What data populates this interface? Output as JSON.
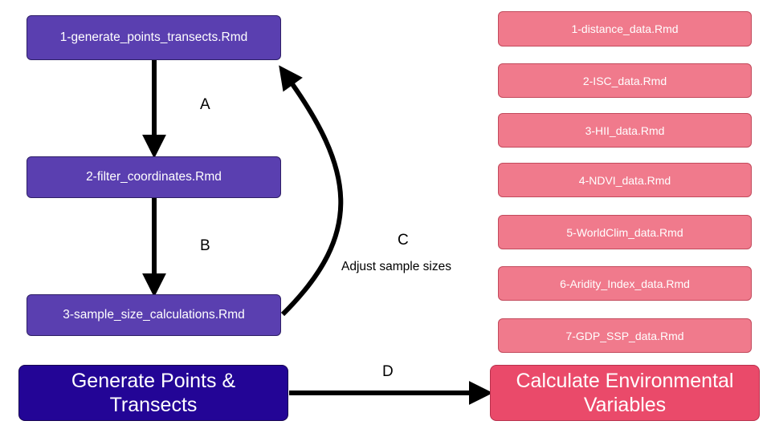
{
  "workflow": {
    "steps": [
      "1-generate_points_transects.Rmd",
      "2-filter_coordinates.Rmd",
      "3-sample_size_calculations.Rmd"
    ],
    "group_label": "Generate Points & Transects"
  },
  "environment": {
    "files": [
      "1-distance_data.Rmd",
      "2-ISC_data.Rmd",
      "3-HII_data.Rmd",
      "4-NDVI_data.Rmd",
      "5-WorldClim_data.Rmd",
      "6-Aridity_Index_data.Rmd",
      "7-GDP_SSP_data.Rmd"
    ],
    "group_label": "Calculate Environmental Variables"
  },
  "edges": {
    "a": "A",
    "b": "B",
    "c": "C",
    "c_note": "Adjust sample sizes",
    "d": "D"
  },
  "colors": {
    "step_fill": "#5a3fb0",
    "file_fill": "#f07a8c",
    "group_left_fill": "#230596",
    "group_right_fill": "#ea4a6a",
    "arrow": "#000000"
  }
}
